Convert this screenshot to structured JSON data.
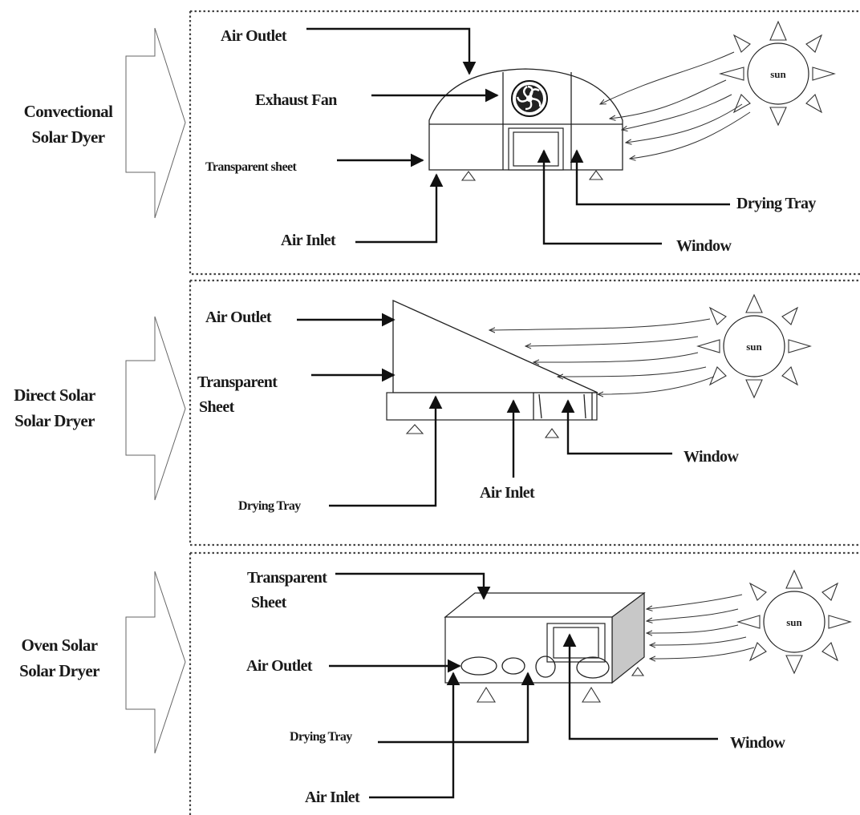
{
  "panels": [
    {
      "side_label": [
        "Convectional",
        "Solar Dyer"
      ],
      "labels": {
        "air_outlet": "Air Outlet",
        "exhaust_fan": "Exhaust Fan",
        "transparent_sheet": "Transparent sheet",
        "air_inlet": "Air Inlet",
        "drying_tray": "Drying Tray",
        "window": "Window"
      },
      "sun": "sun"
    },
    {
      "side_label": [
        "Direct Solar",
        "Solar Dryer"
      ],
      "labels": {
        "air_outlet": "Air Outlet",
        "transparent_sheet": [
          "Transparent",
          "Sheet"
        ],
        "drying_tray": "Drying Tray",
        "air_inlet": "Air Inlet",
        "window": "Window"
      },
      "sun": "sun"
    },
    {
      "side_label": [
        "Oven Solar",
        "Solar Dryer"
      ],
      "labels": {
        "transparent_sheet": [
          "Transparent",
          "Sheet"
        ],
        "air_outlet": "Air Outlet",
        "drying_tray": "Drying Tray",
        "air_inlet": "Air Inlet",
        "window": "Window"
      },
      "sun": "sun"
    }
  ]
}
